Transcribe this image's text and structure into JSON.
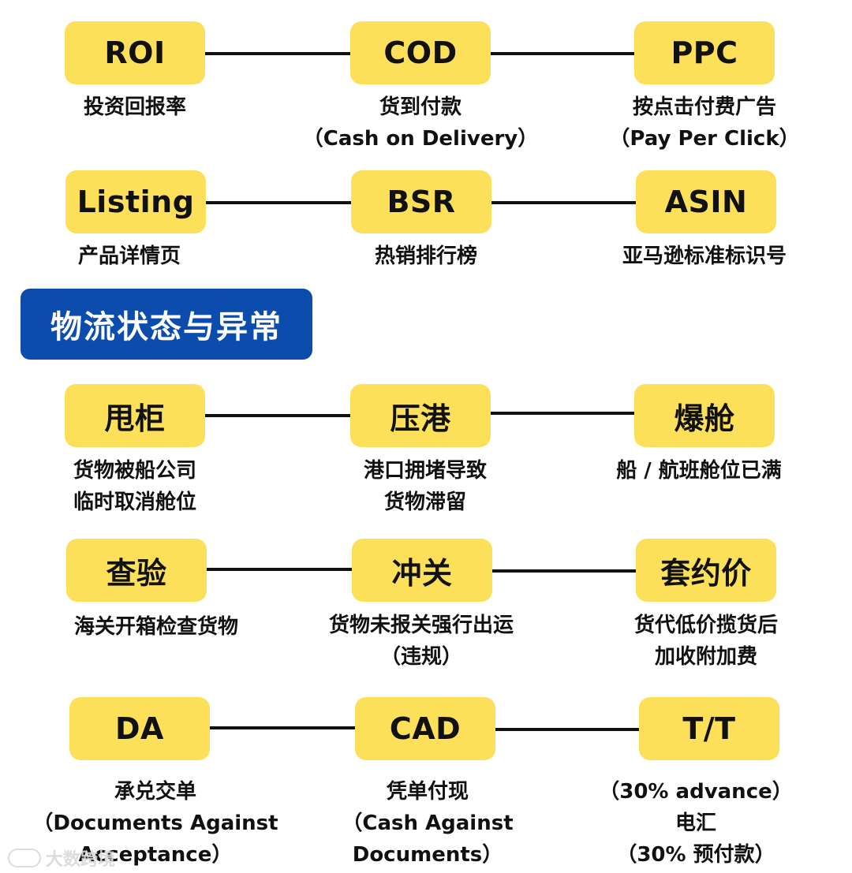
{
  "colors": {
    "box_fill": "#fde05a",
    "section_fill": "#0b4cad",
    "text": "#111111",
    "section_text": "#ffffff",
    "watermark": "#d9d9d9"
  },
  "rows": [
    {
      "terms": [
        {
          "label": "ROI",
          "desc": [
            "投资回报率"
          ]
        },
        {
          "label": "COD",
          "desc": [
            "货到付款",
            "（Cash on Delivery）"
          ]
        },
        {
          "label": "PPC",
          "desc": [
            "按点击付费广告",
            "（Pay Per Click）"
          ]
        }
      ]
    },
    {
      "terms": [
        {
          "label": "Listing",
          "desc": [
            "产品详情页"
          ]
        },
        {
          "label": "BSR",
          "desc": [
            "热销排行榜"
          ]
        },
        {
          "label": "ASIN",
          "desc": [
            "亚马逊标准标识号"
          ]
        }
      ]
    },
    {
      "terms": [
        {
          "label": "甩柜",
          "desc": [
            "货物被船公司",
            "临时取消舱位"
          ]
        },
        {
          "label": "压港",
          "desc": [
            "港口拥堵导致",
            "货物滞留"
          ]
        },
        {
          "label": "爆舱",
          "desc": [
            "船 / 航班舱位已满"
          ]
        }
      ]
    },
    {
      "terms": [
        {
          "label": "查验",
          "desc": [
            "海关开箱检查货物"
          ]
        },
        {
          "label": "冲关",
          "desc": [
            "货物未报关强行出运",
            "（违规）"
          ]
        },
        {
          "label": "套约价",
          "desc": [
            "货代低价揽货后",
            "加收附加费"
          ]
        }
      ]
    },
    {
      "terms": [
        {
          "label": "DA",
          "desc": [
            "承兑交单",
            "（Documents Against",
            "Acceptance）"
          ]
        },
        {
          "label": "CAD",
          "desc": [
            "凭单付现",
            "（Cash Against",
            "Documents）"
          ]
        },
        {
          "label": "T/T",
          "desc": [
            "（30% advance）",
            "电汇",
            "（30% 预付款）"
          ]
        }
      ]
    }
  ],
  "section_header": {
    "label": "物流状态与异常"
  },
  "watermark": {
    "text": "大数跨境"
  }
}
